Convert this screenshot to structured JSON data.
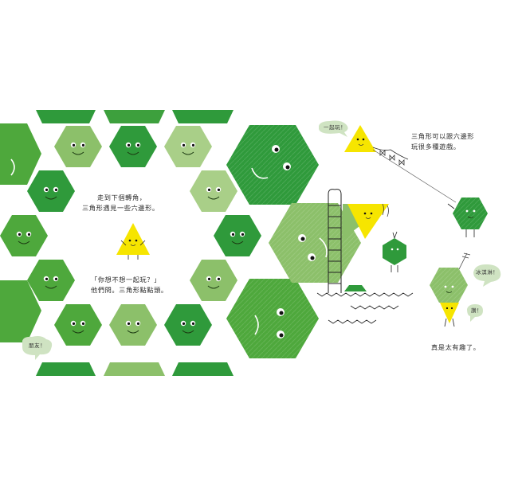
{
  "left_page": {
    "narration_1": [
      "走到下個轉角，",
      "三角形遇見一些六邊形。"
    ],
    "narration_2": [
      "「你想不想一起玩？」",
      "他們問。三角形點點頭。"
    ],
    "bubble_friend": "朋友！"
  },
  "right_page": {
    "bubble_together": "一起玩！",
    "narration_3": [
      "三角形可以跟六邊形",
      "玩很多種遊戲。"
    ],
    "bubble_icecream": "冰淇淋！",
    "bubble_yummy": "讚！",
    "narration_4": "真是太有趣了。"
  },
  "colors": {
    "hexagon_dark": "#2f9a3b",
    "hexagon_mid": "#4ea83c",
    "hexagon_light": "#8cc06a",
    "triangle": "#f6e500"
  }
}
